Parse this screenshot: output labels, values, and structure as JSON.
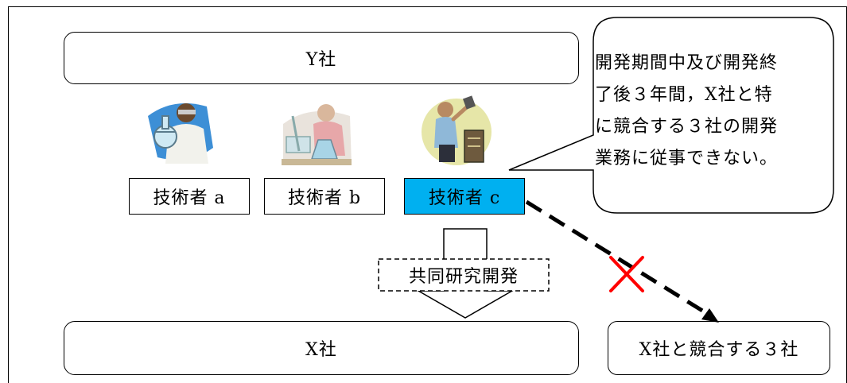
{
  "company_y": {
    "label": "Y社"
  },
  "company_x": {
    "label": "X社"
  },
  "competitors": {
    "label": "X社と競合する３社"
  },
  "engineers": [
    {
      "label": "技術者 a",
      "picture": "scientist-flask-icon"
    },
    {
      "label": "技術者 b",
      "picture": "scientist-lab-icon"
    },
    {
      "label": "技術者 c",
      "picture": "engineer-equipment-icon"
    }
  ],
  "joint_rd": {
    "label": "共同研究開発"
  },
  "callout": {
    "lines": [
      "開発期間中及び開発終",
      "了後３年間，X社と特",
      "に競合する３社の開発",
      "業務に従事できない。"
    ]
  },
  "colors": {
    "highlight": "#00b0f0",
    "prohibition_mark": "#ff0000"
  }
}
